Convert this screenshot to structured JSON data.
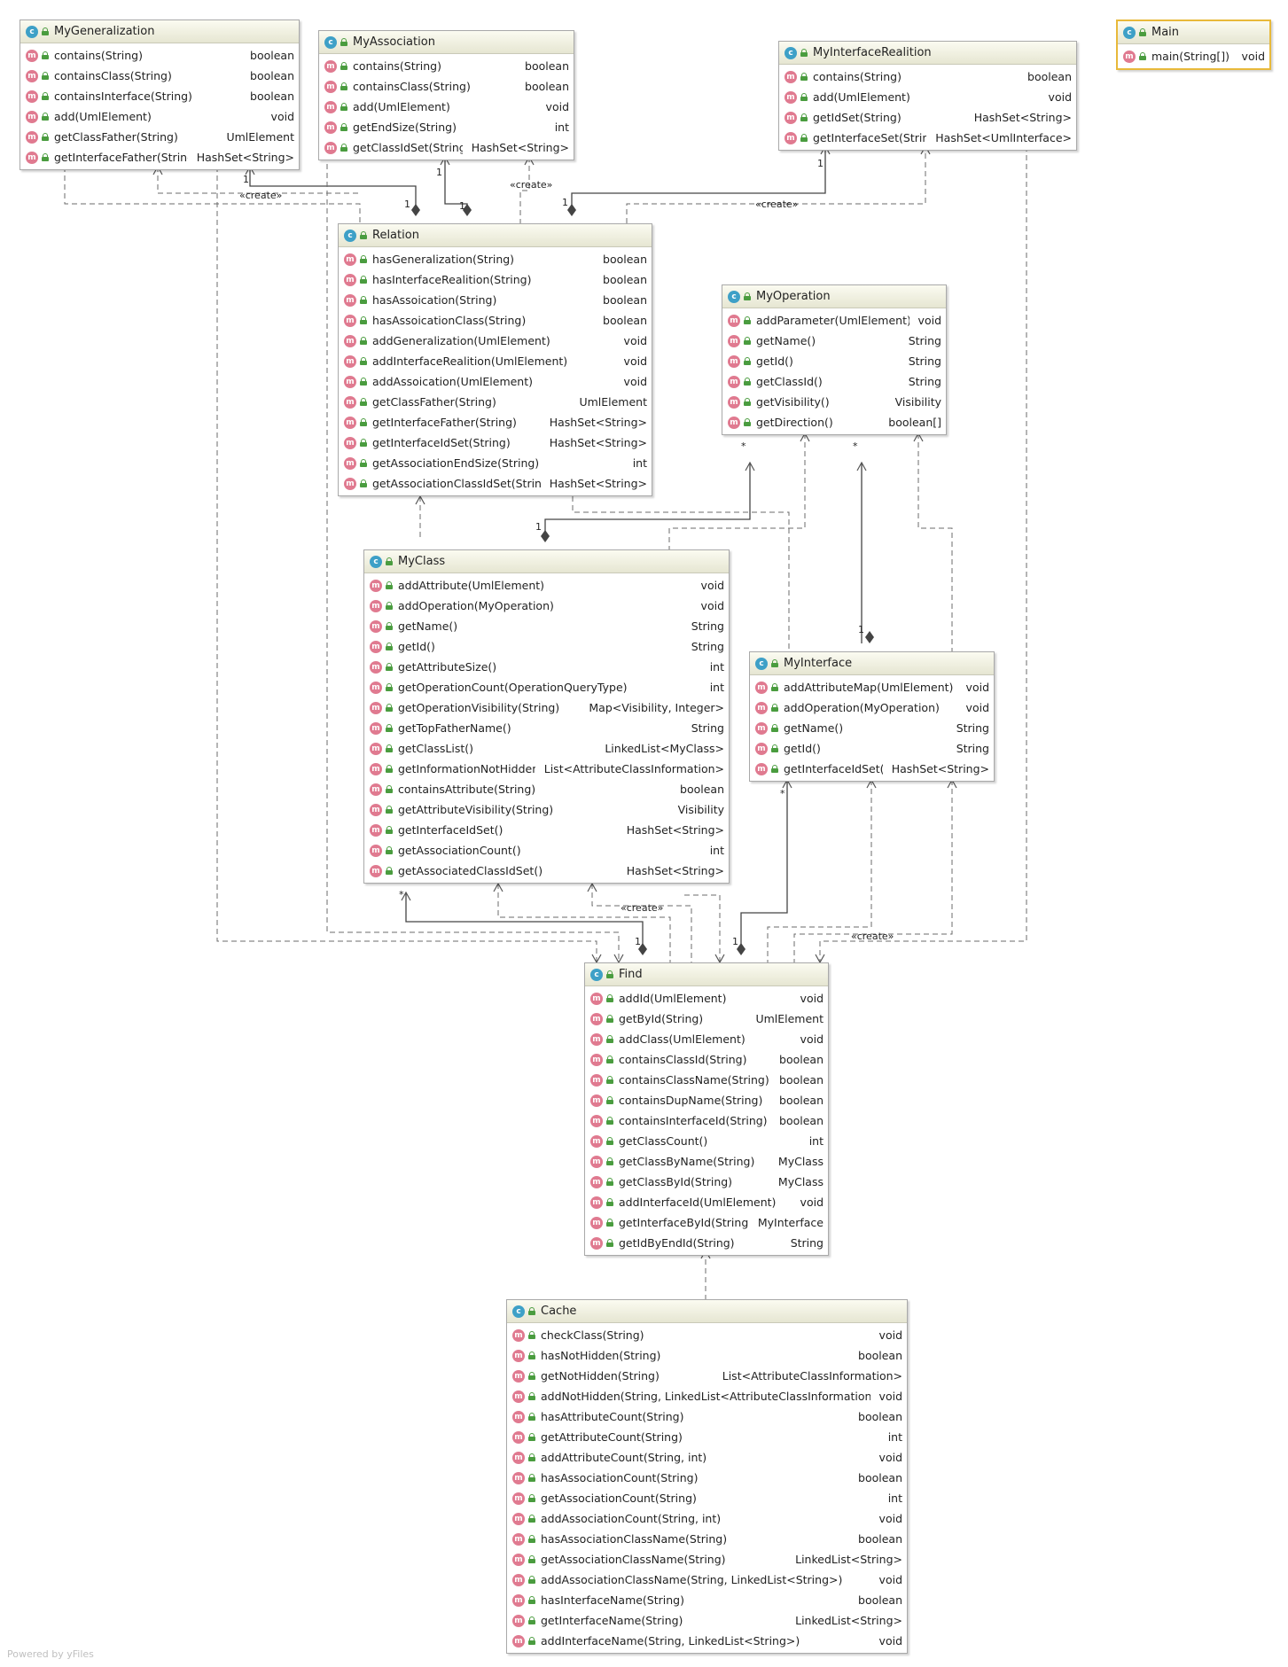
{
  "footer": "Powered by yFiles",
  "edge_labels": {
    "create": "«create»",
    "one": "1",
    "many": "*"
  },
  "classes": [
    {
      "id": "mygeneralization",
      "name": "MyGeneralization",
      "methods": [
        {
          "name": "contains(String)",
          "type": "boolean"
        },
        {
          "name": "containsClass(String)",
          "type": "boolean"
        },
        {
          "name": "containsInterface(String)",
          "type": "boolean"
        },
        {
          "name": "add(UmlElement)",
          "type": "void"
        },
        {
          "name": "getClassFather(String)",
          "type": "UmlElement"
        },
        {
          "name": "getInterfaceFather(String)",
          "type": "HashSet<String>"
        }
      ]
    },
    {
      "id": "myassociation",
      "name": "MyAssociation",
      "methods": [
        {
          "name": "contains(String)",
          "type": "boolean"
        },
        {
          "name": "containsClass(String)",
          "type": "boolean"
        },
        {
          "name": "add(UmlElement)",
          "type": "void"
        },
        {
          "name": "getEndSize(String)",
          "type": "int"
        },
        {
          "name": "getClassIdSet(String)",
          "type": "HashSet<String>"
        }
      ]
    },
    {
      "id": "myinterfacerealition",
      "name": "MyInterfaceRealition",
      "methods": [
        {
          "name": "contains(String)",
          "type": "boolean"
        },
        {
          "name": "add(UmlElement)",
          "type": "void"
        },
        {
          "name": "getIdSet(String)",
          "type": "HashSet<String>"
        },
        {
          "name": "getInterfaceSet(String)",
          "type": "HashSet<UmlInterface>"
        }
      ]
    },
    {
      "id": "main",
      "name": "Main",
      "methods": [
        {
          "name": "main(String[])",
          "type": "void"
        }
      ]
    },
    {
      "id": "relation",
      "name": "Relation",
      "methods": [
        {
          "name": "hasGeneralization(String)",
          "type": "boolean"
        },
        {
          "name": "hasInterfaceRealition(String)",
          "type": "boolean"
        },
        {
          "name": "hasAssoication(String)",
          "type": "boolean"
        },
        {
          "name": "hasAssoicationClass(String)",
          "type": "boolean"
        },
        {
          "name": "addGeneralization(UmlElement)",
          "type": "void"
        },
        {
          "name": "addInterfaceRealition(UmlElement)",
          "type": "void"
        },
        {
          "name": "addAssoication(UmlElement)",
          "type": "void"
        },
        {
          "name": "getClassFather(String)",
          "type": "UmlElement"
        },
        {
          "name": "getInterfaceFather(String)",
          "type": "HashSet<String>"
        },
        {
          "name": "getInterfaceIdSet(String)",
          "type": "HashSet<String>"
        },
        {
          "name": "getAssociationEndSize(String)",
          "type": "int"
        },
        {
          "name": "getAssociationClassIdSet(String)",
          "type": "HashSet<String>"
        }
      ]
    },
    {
      "id": "myoperation",
      "name": "MyOperation",
      "methods": [
        {
          "name": "addParameter(UmlElement)",
          "type": "void"
        },
        {
          "name": "getName()",
          "type": "String"
        },
        {
          "name": "getId()",
          "type": "String"
        },
        {
          "name": "getClassId()",
          "type": "String"
        },
        {
          "name": "getVisibility()",
          "type": "Visibility"
        },
        {
          "name": "getDirection()",
          "type": "boolean[]"
        }
      ]
    },
    {
      "id": "myclass",
      "name": "MyClass",
      "methods": [
        {
          "name": "addAttribute(UmlElement)",
          "type": "void"
        },
        {
          "name": "addOperation(MyOperation)",
          "type": "void"
        },
        {
          "name": "getName()",
          "type": "String"
        },
        {
          "name": "getId()",
          "type": "String"
        },
        {
          "name": "getAttributeSize()",
          "type": "int"
        },
        {
          "name": "getOperationCount(OperationQueryType)",
          "type": "int"
        },
        {
          "name": "getOperationVisibility(String)",
          "type": "Map<Visibility, Integer>"
        },
        {
          "name": "getTopFatherName()",
          "type": "String"
        },
        {
          "name": "getClassList()",
          "type": "LinkedList<MyClass>"
        },
        {
          "name": "getInformationNotHidden()",
          "type": "List<AttributeClassInformation>"
        },
        {
          "name": "containsAttribute(String)",
          "type": "boolean"
        },
        {
          "name": "getAttributeVisibility(String)",
          "type": "Visibility"
        },
        {
          "name": "getInterfaceIdSet()",
          "type": "HashSet<String>"
        },
        {
          "name": "getAssociationCount()",
          "type": "int"
        },
        {
          "name": "getAssociatedClassIdSet()",
          "type": "HashSet<String>"
        }
      ]
    },
    {
      "id": "myinterface",
      "name": "MyInterface",
      "methods": [
        {
          "name": "addAttributeMap(UmlElement)",
          "type": "void"
        },
        {
          "name": "addOperation(MyOperation)",
          "type": "void"
        },
        {
          "name": "getName()",
          "type": "String"
        },
        {
          "name": "getId()",
          "type": "String"
        },
        {
          "name": "getInterfaceIdSet()",
          "type": "HashSet<String>"
        }
      ]
    },
    {
      "id": "find",
      "name": "Find",
      "methods": [
        {
          "name": "addId(UmlElement)",
          "type": "void"
        },
        {
          "name": "getById(String)",
          "type": "UmlElement"
        },
        {
          "name": "addClass(UmlElement)",
          "type": "void"
        },
        {
          "name": "containsClassId(String)",
          "type": "boolean"
        },
        {
          "name": "containsClassName(String)",
          "type": "boolean"
        },
        {
          "name": "containsDupName(String)",
          "type": "boolean"
        },
        {
          "name": "containsInterfaceId(String)",
          "type": "boolean"
        },
        {
          "name": "getClassCount()",
          "type": "int"
        },
        {
          "name": "getClassByName(String)",
          "type": "MyClass"
        },
        {
          "name": "getClassById(String)",
          "type": "MyClass"
        },
        {
          "name": "addInterfaceId(UmlElement)",
          "type": "void"
        },
        {
          "name": "getInterfaceById(String)",
          "type": "MyInterface"
        },
        {
          "name": "getIdByEndId(String)",
          "type": "String"
        }
      ]
    },
    {
      "id": "cache",
      "name": "Cache",
      "methods": [
        {
          "name": "checkClass(String)",
          "type": "void"
        },
        {
          "name": "hasNotHidden(String)",
          "type": "boolean"
        },
        {
          "name": "getNotHidden(String)",
          "type": "List<AttributeClassInformation>"
        },
        {
          "name": "addNotHidden(String, LinkedList<AttributeClassInformation>)",
          "type": "void"
        },
        {
          "name": "hasAttributeCount(String)",
          "type": "boolean"
        },
        {
          "name": "getAttributeCount(String)",
          "type": "int"
        },
        {
          "name": "addAttributeCount(String, int)",
          "type": "void"
        },
        {
          "name": "hasAssociationCount(String)",
          "type": "boolean"
        },
        {
          "name": "getAssociationCount(String)",
          "type": "int"
        },
        {
          "name": "addAssociationCount(String, int)",
          "type": "void"
        },
        {
          "name": "hasAssociationClassName(String)",
          "type": "boolean"
        },
        {
          "name": "getAssociationClassName(String)",
          "type": "LinkedList<String>"
        },
        {
          "name": "addAssociationClassName(String, LinkedList<String>)",
          "type": "void"
        },
        {
          "name": "hasInterfaceName(String)",
          "type": "boolean"
        },
        {
          "name": "getInterfaceName(String)",
          "type": "LinkedList<String>"
        },
        {
          "name": "addInterfaceName(String, LinkedList<String>)",
          "type": "void"
        }
      ]
    }
  ]
}
